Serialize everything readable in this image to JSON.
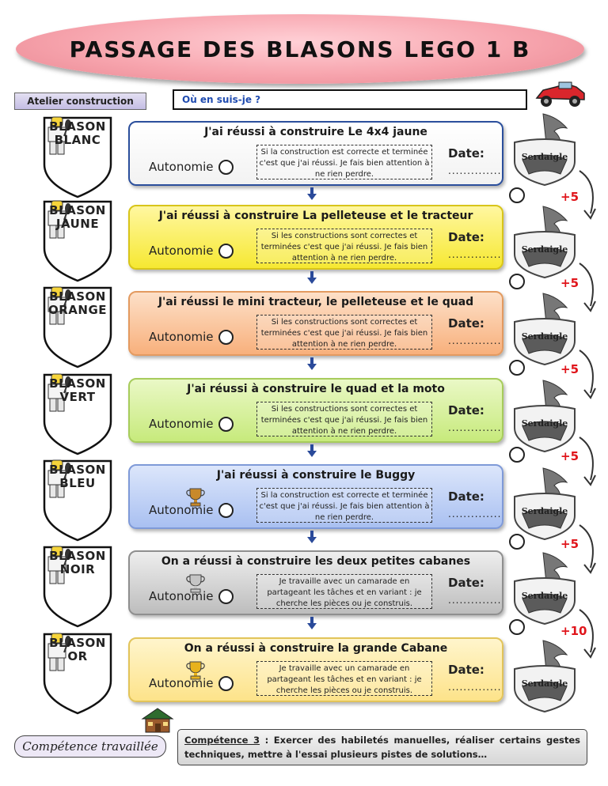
{
  "header": {
    "title": "Passage des blasons LEGO 1 B",
    "workshop_label": "Atelier construction",
    "progress_label": "Où en suis-je ?"
  },
  "common": {
    "autonomy_label": "Autonomie",
    "date_label": "Date:",
    "date_dots": "..............",
    "crest_text": "Serdaigle"
  },
  "levels": [
    {
      "badge": "BLASON BLANC",
      "title": "J'ai réussi à construire Le 4x4 jaune",
      "rule": "Si la construction est correcte et terminée c'est que j'ai réussi. Je fais bien attention à ne rien perdre.",
      "bonus": "+5",
      "color_top": "#ffffff",
      "color_bottom": "#f2f2f2",
      "border": "#2b4f9c",
      "trophy": ""
    },
    {
      "badge": "BLASON JAUNE",
      "title": "J'ai réussi à construire La pelleteuse et le tracteur",
      "rule": "Si les constructions sont correctes et terminées c'est que j'ai réussi. Je fais bien attention à ne rien perdre.",
      "bonus": "+5",
      "color_top": "#fff7a0",
      "color_bottom": "#f6e832",
      "border": "#d8c51a",
      "trophy": ""
    },
    {
      "badge": "BLASON ORANGE",
      "title": "J'ai réussi le mini tracteur, le pelleteuse et le quad",
      "rule": "Si les constructions sont correctes et terminées c'est que j'ai réussi. Je fais bien attention à ne rien perdre.",
      "bonus": "+5",
      "color_top": "#fde0c8",
      "color_bottom": "#f8b07c",
      "border": "#e39a60",
      "trophy": ""
    },
    {
      "badge": "BLASON VERT",
      "title": "J'ai réussi à construire le quad et la moto",
      "rule": "Si les constructions sont correctes et terminées c'est que j'ai réussi. Je fais bien attention à ne rien perdre.",
      "bonus": "+5",
      "color_top": "#eaf8c6",
      "color_bottom": "#c7ea7c",
      "border": "#a7cc5c",
      "trophy": ""
    },
    {
      "badge": "BLASON BLEU",
      "title": "J'ai réussi à construire le Buggy",
      "rule": "Si la construction est correcte et terminée c'est que j'ai réussi. Je fais bien attention à ne rien perdre.",
      "bonus": "+5",
      "color_top": "#dce6fb",
      "color_bottom": "#a9c0f1",
      "border": "#7f9ad8",
      "trophy": "bronze"
    },
    {
      "badge": "BLASON NOIR",
      "title": "On a réussi à construire les deux petites cabanes",
      "rule": "Je travaille avec un camarade en partageant les tâches et en variant : je cherche les pièces ou je construis.",
      "bonus": "+10",
      "color_top": "#eeeeee",
      "color_bottom": "#bdbdbd",
      "border": "#8f8f8f",
      "trophy": "silver"
    },
    {
      "badge": "BLASON OR",
      "title": "On a réussi à construire la grande Cabane",
      "rule": "Je travaille avec un camarade en partageant les tâches et en variant : je cherche les pièces ou je construis.",
      "bonus": "",
      "color_top": "#fff5cc",
      "color_bottom": "#fde38a",
      "border": "#e2c45a",
      "trophy": "gold"
    }
  ],
  "footer": {
    "tab_label": "Compétence travaillée",
    "skill_label": "Compétence 3",
    "skill_text": " : Exercer des habiletés manuelles, réaliser certains gestes techniques, mettre à l'essai plusieurs pistes de solutions…"
  }
}
